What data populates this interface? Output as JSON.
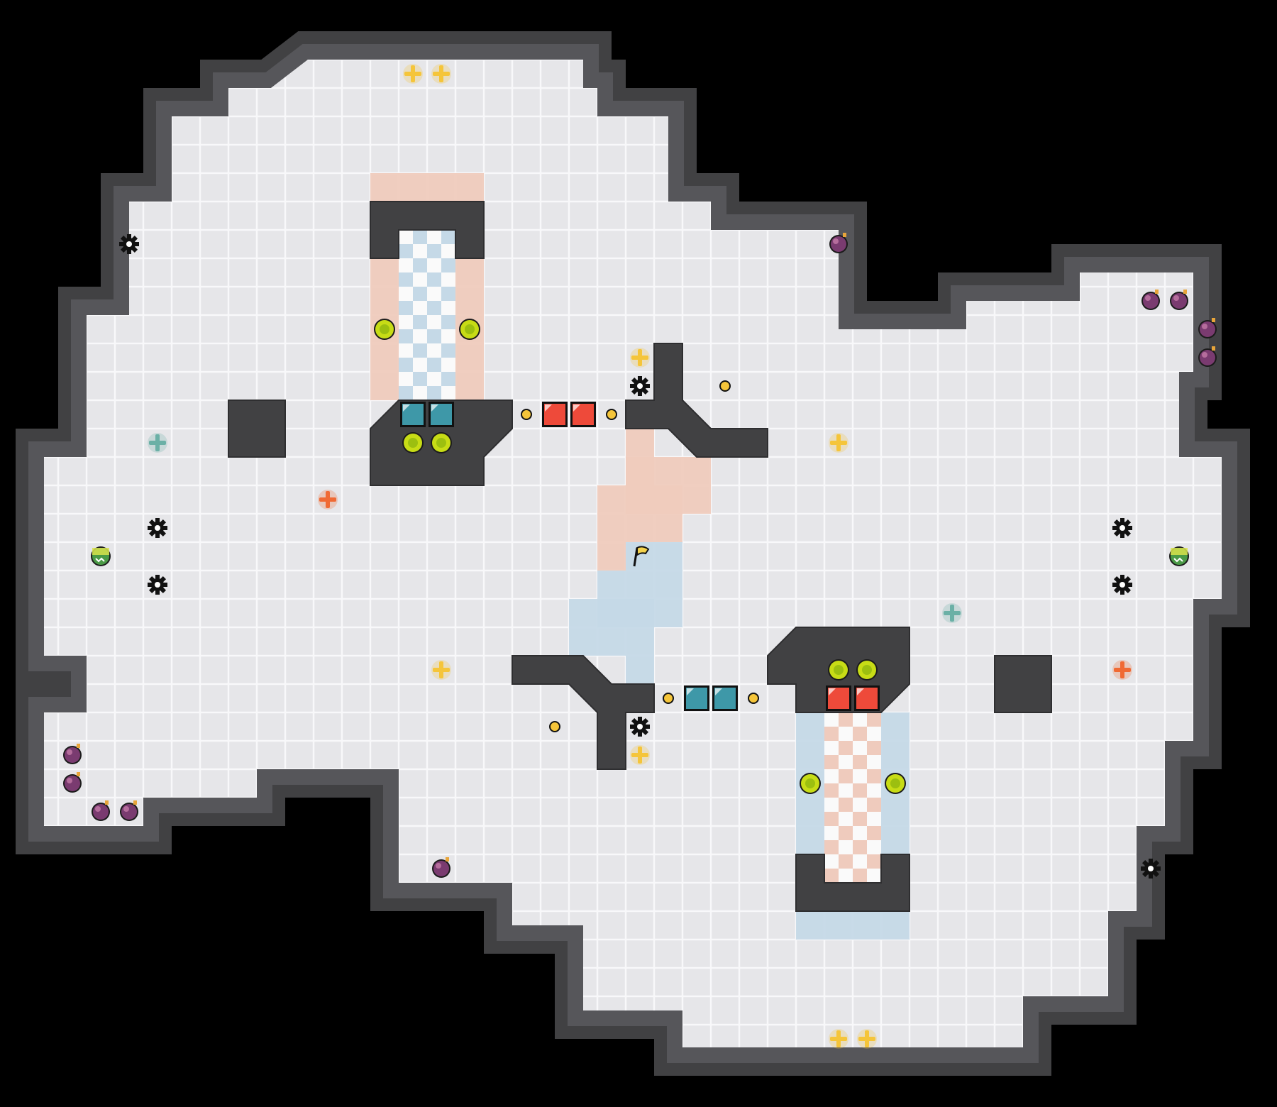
{
  "map": {
    "cols": 45,
    "rows": 39,
    "rowOffset": -3,
    "colOffset": -1,
    "pixelsPerCell": 40,
    "colors": {
      "background": "#000000",
      "floor": "#e6e6e9",
      "floorGrid": "#f8f8fa",
      "wallFill": "#414143",
      "wallFace": "#56565a",
      "redZone": "#efcbbd",
      "blueZone": "#c5d9e7",
      "checkLight": "#fafafa",
      "accentGold": "#f5c53a",
      "accentRed": "#ee4a3a",
      "accentTeal": "#3e98a8",
      "accentLime": "#c7dc16",
      "accentPurple": "#7a3b70",
      "accentOrange": "#f06a34",
      "accentCyan": "#6bb0a6",
      "accentGreen": "#4a9a46"
    },
    "icons": {
      "spawn": "gold-plus-spawn-icon",
      "blueSpawn": "teal-plus-spawn-icon",
      "redSpawn": "orange-plus-spawn-icon",
      "bomb": "purple-bomb-icon",
      "gear": "gear-mine-icon",
      "boost": "lime-boost-orb-icon",
      "speed": "green-speed-pad-icon",
      "coin": "gold-coin-icon",
      "redGate": "red-gate-tile-icon",
      "blueGate": "teal-gate-tile-icon",
      "flag": "yellow-flag-icon"
    }
  }
}
